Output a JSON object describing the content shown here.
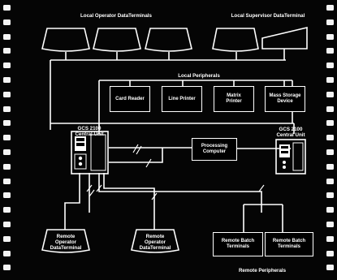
{
  "headers": {
    "local_operator": "Local Operator DataTerminals",
    "local_supervisor": "Local Supervisor DataTerminal",
    "local_peripherals": "Local Peripherals",
    "remote_peripherals": "Remote Peripherals"
  },
  "peripherals": {
    "card_reader": "Card Reader",
    "line_printer": "Line Printer",
    "matrix_printer": "Matrix\nPrinter",
    "mass_storage": "Mass Storage\nDevice"
  },
  "central_left": {
    "line1": "GCS 2100",
    "line2": "Central Unit"
  },
  "central_right": {
    "line1": "GCS 2100",
    "line2": "Central Unit"
  },
  "processing": "Processing\nComputer",
  "remote_terminal_1": "Remote\nOperator\nDataTerminal",
  "remote_terminal_2": "Remote\nOperator\nDataTerminal",
  "batch_1": "Remote Batch\nTerminals",
  "batch_2": "Remote Batch\nTerminals"
}
